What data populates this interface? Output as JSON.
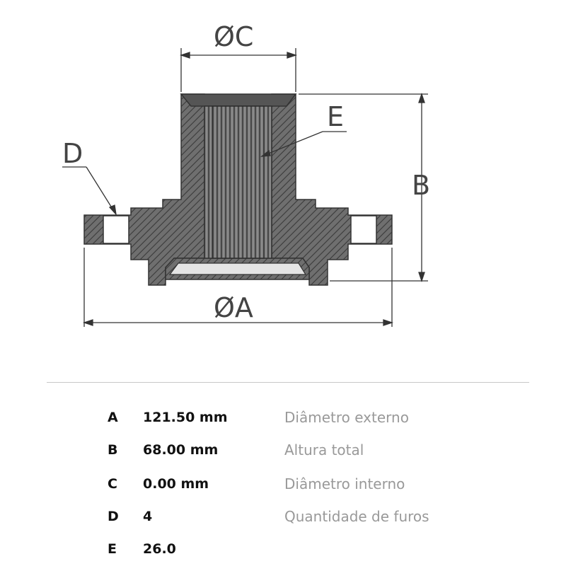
{
  "drawing": {
    "labels": {
      "diameter_c": "ØC",
      "diameter_a": "ØA",
      "b": "B",
      "d": "D",
      "e": "E"
    }
  },
  "specs": [
    {
      "letter": "A",
      "value": "121.50 mm",
      "description": "Diâmetro externo"
    },
    {
      "letter": "B",
      "value": "68.00 mm",
      "description": "Altura total"
    },
    {
      "letter": "C",
      "value": "0.00 mm",
      "description": "Diâmetro interno"
    },
    {
      "letter": "D",
      "value": "4",
      "description": "Quantidade de furos"
    },
    {
      "letter": "E",
      "value": "26.0",
      "description": ""
    }
  ]
}
